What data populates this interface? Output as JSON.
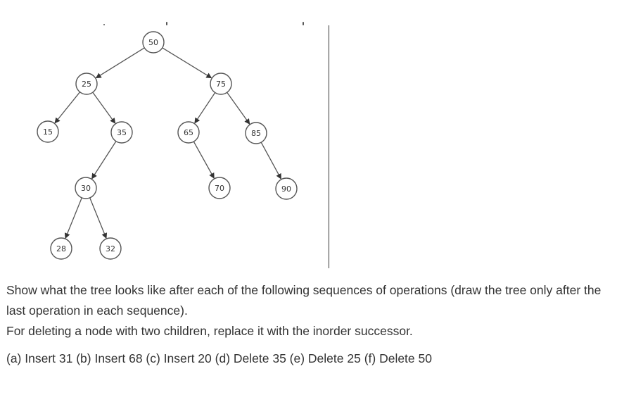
{
  "tree": {
    "nodes": [
      {
        "id": "n50",
        "label": "50"
      },
      {
        "id": "n25",
        "label": "25"
      },
      {
        "id": "n75",
        "label": "75"
      },
      {
        "id": "n15",
        "label": "15"
      },
      {
        "id": "n35",
        "label": "35"
      },
      {
        "id": "n65",
        "label": "65"
      },
      {
        "id": "n85",
        "label": "85"
      },
      {
        "id": "n30",
        "label": "30"
      },
      {
        "id": "n70",
        "label": "70"
      },
      {
        "id": "n90",
        "label": "90"
      },
      {
        "id": "n28",
        "label": "28"
      },
      {
        "id": "n32",
        "label": "32"
      }
    ],
    "edges": [
      {
        "from": "n50",
        "to": "n25"
      },
      {
        "from": "n50",
        "to": "n75"
      },
      {
        "from": "n25",
        "to": "n15"
      },
      {
        "from": "n25",
        "to": "n35"
      },
      {
        "from": "n75",
        "to": "n65"
      },
      {
        "from": "n75",
        "to": "n85"
      },
      {
        "from": "n35",
        "to": "n30"
      },
      {
        "from": "n65",
        "to": "n70"
      },
      {
        "from": "n85",
        "to": "n90"
      },
      {
        "from": "n30",
        "to": "n28"
      },
      {
        "from": "n30",
        "to": "n32"
      }
    ]
  },
  "problem": {
    "line1": "Show what the tree looks like after each of the following sequences of operations (draw the tree only after the last operation in each sequence).",
    "line2": "For deleting a node with two children, replace it with the inorder successor.",
    "operations": "(a) Insert 31 (b) Insert 68 (c) Insert 20 (d) Delete 35 (e) Delete 25 (f) Delete 50"
  }
}
